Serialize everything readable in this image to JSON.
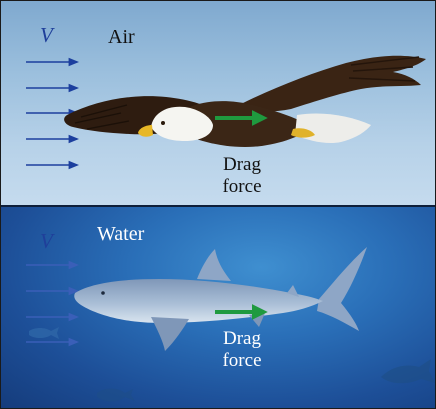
{
  "air_panel": {
    "velocity_label": "V",
    "medium_label": "Air",
    "drag_label_line1": "Drag",
    "drag_label_line2": "force",
    "flow_arrow_color": "#1c3f9e",
    "drag_arrow_color": "#1f9a3f"
  },
  "water_panel": {
    "velocity_label": "V",
    "medium_label": "Water",
    "drag_label_line1": "Drag",
    "drag_label_line2": "force",
    "flow_arrow_color": "#3a5fb8",
    "drag_arrow_color": "#1f9a3f"
  }
}
